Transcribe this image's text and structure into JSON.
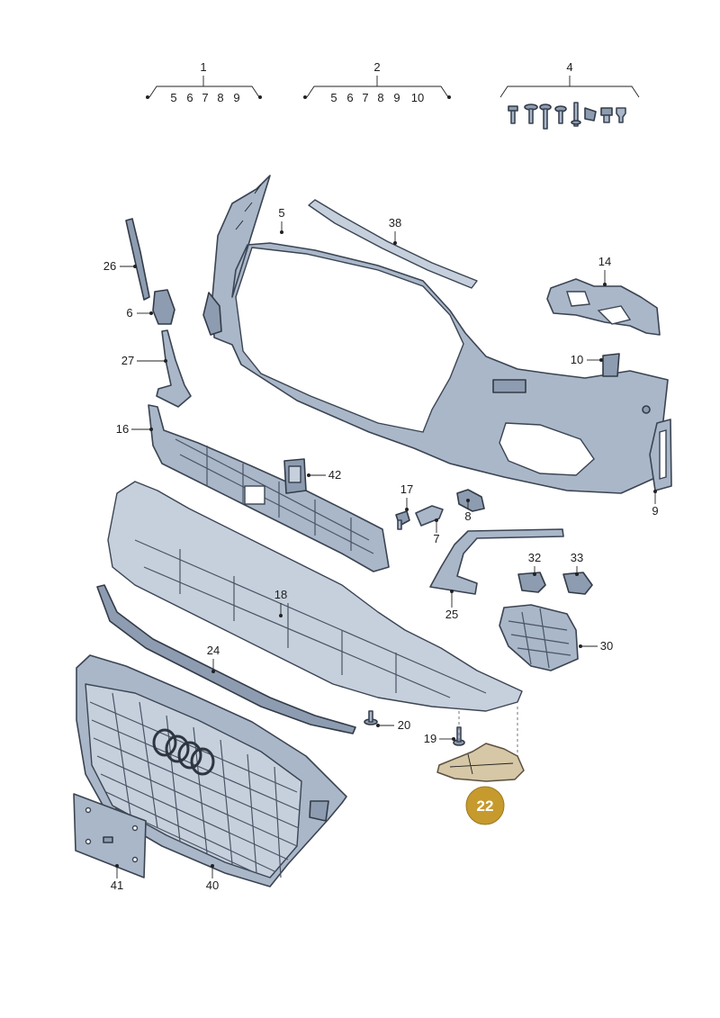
{
  "group_labels": [
    {
      "id": "g1",
      "label": "1",
      "sub": [
        "5",
        "6",
        "7",
        "8",
        "9"
      ]
    },
    {
      "id": "g2",
      "label": "2",
      "sub": [
        "5",
        "6",
        "7",
        "8",
        "9",
        "10"
      ]
    },
    {
      "id": "g4",
      "label": "4",
      "sub": []
    }
  ],
  "part_labels": {
    "p5": "5",
    "p38": "38",
    "p14": "14",
    "p26": "26",
    "p6": "6",
    "p27": "27",
    "p10": "10",
    "p16": "16",
    "p42": "42",
    "p17": "17",
    "p8": "8",
    "p9": "9",
    "p7": "7",
    "p32": "32",
    "p33": "33",
    "p25": "25",
    "p18": "18",
    "p30": "30",
    "p24": "24",
    "p20": "20",
    "p19": "19",
    "p41": "41",
    "p40": "40"
  },
  "highlight": {
    "label": "22",
    "color": "#c69a2d"
  }
}
